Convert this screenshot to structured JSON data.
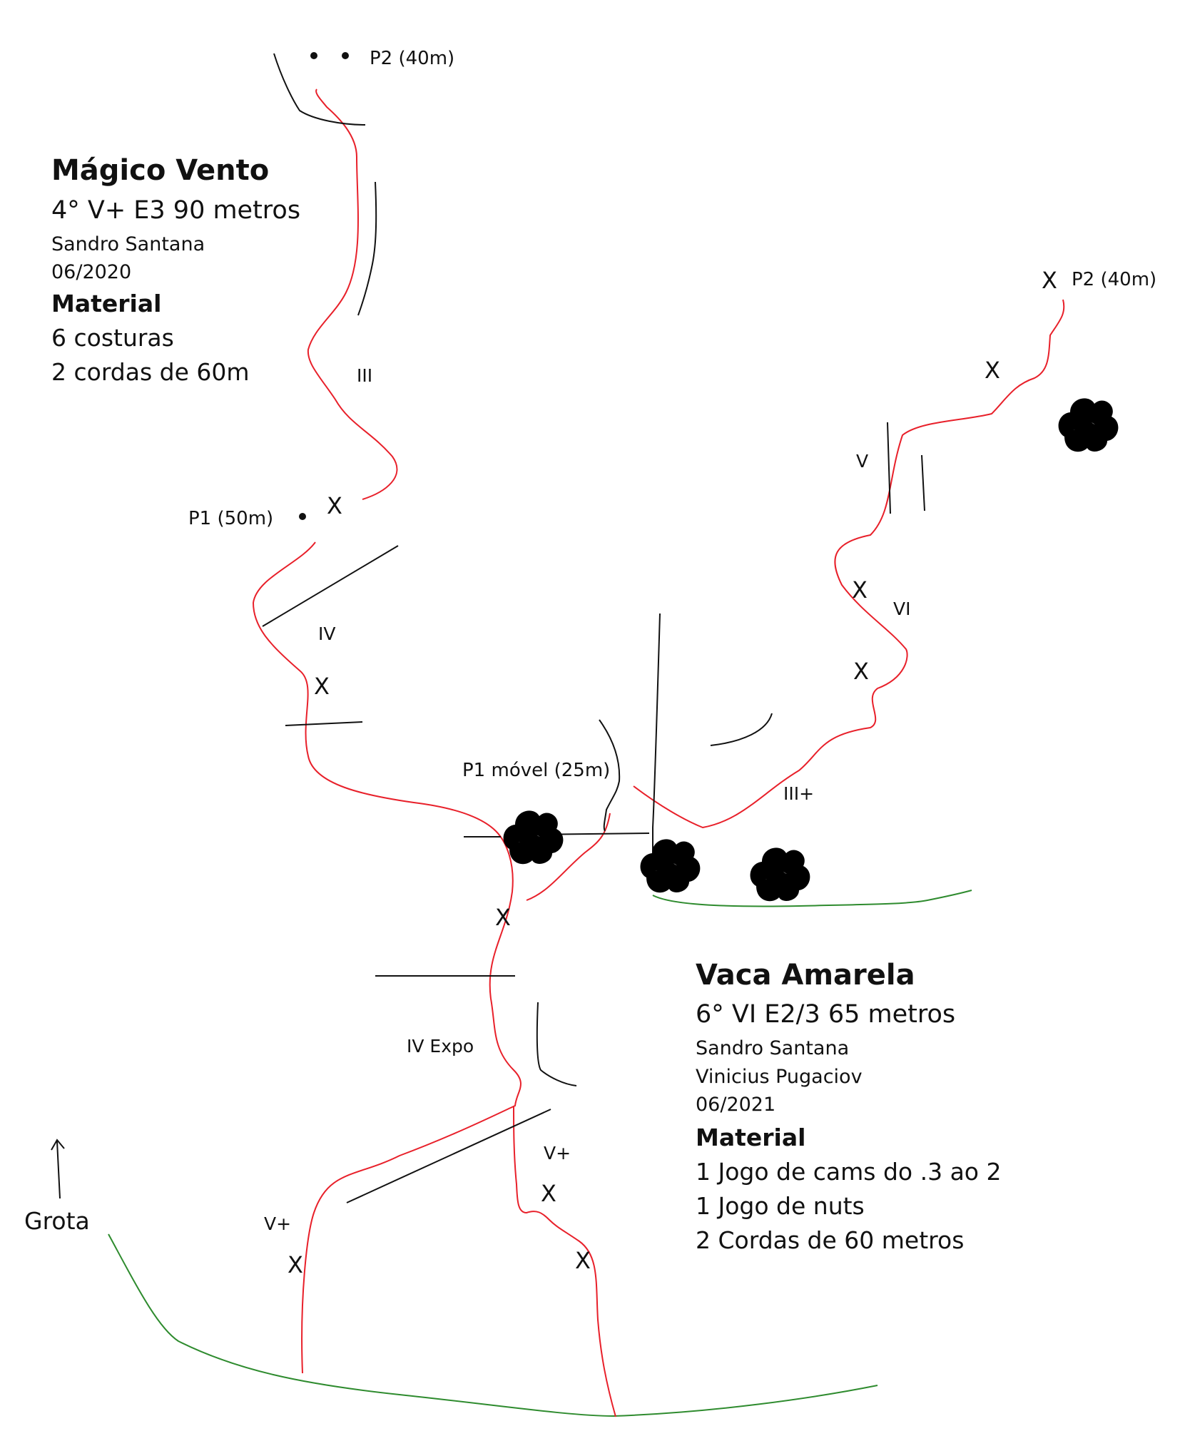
{
  "magico_vento": {
    "title": "Mágico Vento",
    "grade": "4° V+ E3 90 metros",
    "author": "Sandro Santana",
    "date": "06/2020",
    "material_heading": "Material",
    "material": [
      "6 costuras",
      "2 cordas de 60m"
    ],
    "belay_p1": "P1 (50m)",
    "belay_p2": "P2 (40m)",
    "grades": [
      "III",
      "IV",
      "IV Expo",
      "V+"
    ]
  },
  "vaca_amarela": {
    "title": "Vaca Amarela",
    "grade": "6° VI E2/3 65 metros",
    "authors": [
      "Sandro Santana",
      "Vinicius Pugaciov"
    ],
    "date": "06/2021",
    "material_heading": "Material",
    "material": [
      "1 Jogo de cams do .3 ao 2",
      "1 Jogo de nuts",
      "2 Cordas de 60 metros"
    ],
    "belay_p1": "P1 móvel (25m)",
    "belay_p2": "P2 (40m)",
    "grades": [
      "V+",
      "III+",
      "VI",
      "V"
    ]
  },
  "direction_label": "Grota",
  "bolt_mark": "X",
  "colors": {
    "route": "#e8202a",
    "ground": "#2e8b2e",
    "vegetation": "#3aa63a",
    "rock": "#111111"
  },
  "icons": {
    "vegetation": "grass-tuft-icon",
    "tree": "tree-icon",
    "belay": "belay-dot-icon",
    "arrow": "north-arrow-icon"
  }
}
